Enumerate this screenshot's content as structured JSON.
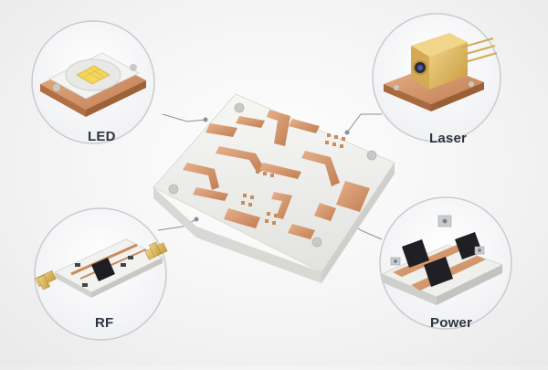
{
  "labels": {
    "led": "LED",
    "laser": "Laser",
    "rf": "RF",
    "power": "Power"
  },
  "colors": {
    "copper": "#c98a5e",
    "copper_light": "#e0a97f",
    "ceramic": "#ececea",
    "circle_border": "#c9cbd0",
    "label_text": "#2e3440",
    "connector_line": "#8a8f98"
  },
  "icons": [
    "led-chip-icon",
    "laser-module-icon",
    "rf-amplifier-icon",
    "power-module-icon",
    "ceramic-substrate-icon"
  ]
}
